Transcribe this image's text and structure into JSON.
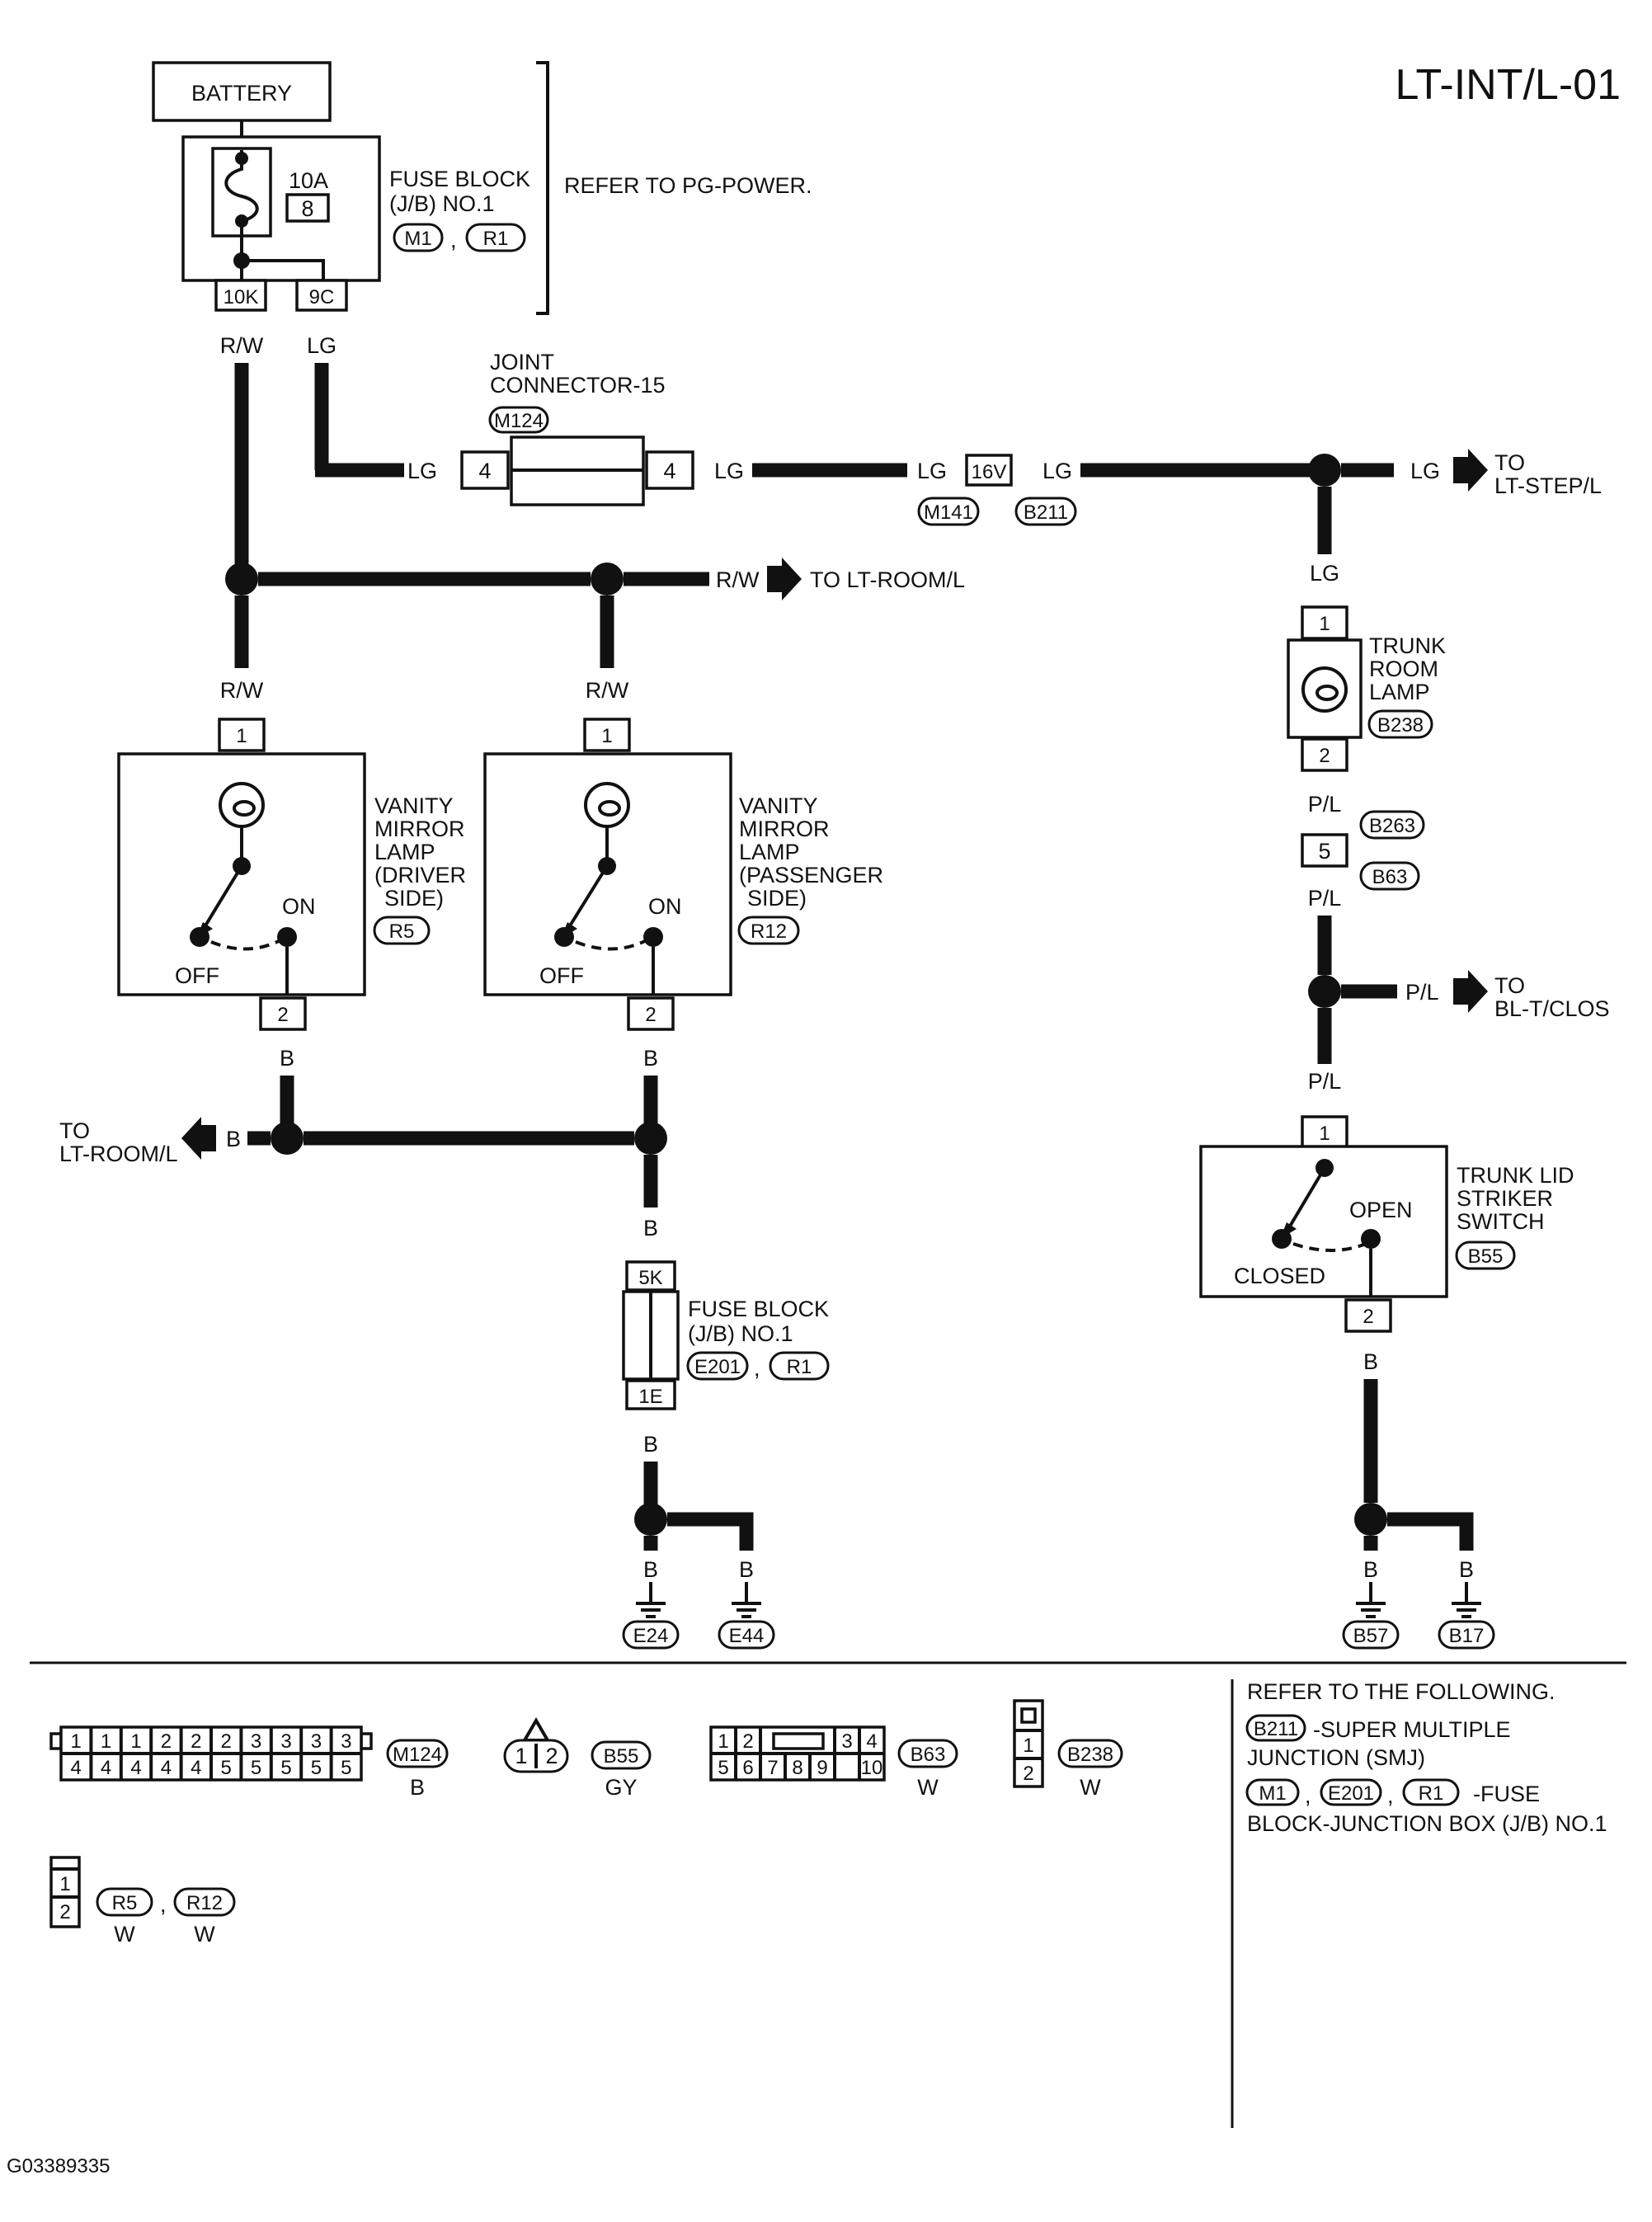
{
  "diagram_code": "LT-INT/L-01",
  "figure_id": "G03389335",
  "battery": {
    "label": "BATTERY"
  },
  "fuse_top": {
    "rating": "10A",
    "fuse_no": "8",
    "block_line1": "FUSE BLOCK",
    "block_line2": "(J/B) NO.1",
    "conn1": "M1",
    "conn2": "R1",
    "sep": ",",
    "term_left": "10K",
    "term_right": "9C",
    "note": "REFER TO PG-POWER."
  },
  "wires": {
    "rw": "R/W",
    "lg": "LG",
    "b": "B",
    "pl": "P/L"
  },
  "joint_connector": {
    "line1": "JOINT",
    "line2": "CONNECTOR-15",
    "conn": "M124",
    "pin_left": "4",
    "pin_right": "4"
  },
  "smj": {
    "pin": "16V",
    "conn1": "M141",
    "conn2": "B211"
  },
  "to_step": {
    "to": "TO",
    "dest": "LT-STEP/L"
  },
  "to_room_right": {
    "text": "TO LT-ROOM/L"
  },
  "to_room_left": {
    "to": "TO",
    "dest": "LT-ROOM/L"
  },
  "to_bl": {
    "to": "TO",
    "dest": "BL-T/CLOS"
  },
  "vanity_driver": {
    "l1": "VANITY",
    "l2": "MIRROR",
    "l3": "LAMP",
    "l4": "(DRIVER",
    "l5": "SIDE)",
    "conn": "R5",
    "pin_top": "1",
    "pin_bottom": "2",
    "on": "ON",
    "off": "OFF"
  },
  "vanity_passenger": {
    "l1": "VANITY",
    "l2": "MIRROR",
    "l3": "LAMP",
    "l4": "(PASSENGER",
    "l5": "SIDE)",
    "conn": "R12",
    "pin_top": "1",
    "pin_bottom": "2",
    "on": "ON",
    "off": "OFF"
  },
  "fuse_bottom": {
    "term_top": "5K",
    "term_bottom": "1E",
    "block_line1": "FUSE BLOCK",
    "block_line2": "(J/B) NO.1",
    "conn1": "E201",
    "conn2": "R1",
    "sep": ","
  },
  "trunk_lamp": {
    "l1": "TRUNK",
    "l2": "ROOM",
    "l3": "LAMP",
    "conn": "B238",
    "pin_top": "1",
    "pin_bottom": "2"
  },
  "inline_conn": {
    "pin": "5",
    "conn_top": "B263",
    "conn_bottom": "B63"
  },
  "striker": {
    "l1": "TRUNK LID",
    "l2": "STRIKER",
    "l3": "SWITCH",
    "conn": "B55",
    "pin_top": "1",
    "pin_bottom": "2",
    "open": "OPEN",
    "closed": "CLOSED"
  },
  "grounds": [
    "E24",
    "E44",
    "B57",
    "B17"
  ],
  "legend": {
    "m124": {
      "row1": [
        "1",
        "1",
        "1",
        "2",
        "2",
        "2",
        "3",
        "3",
        "3",
        "3"
      ],
      "row2": [
        "4",
        "4",
        "4",
        "4",
        "4",
        "5",
        "5",
        "5",
        "5",
        "5"
      ],
      "conn": "M124",
      "color": "B"
    },
    "b55": {
      "pins": [
        "1",
        "2"
      ],
      "conn": "B55",
      "color": "GY"
    },
    "b63": {
      "row1": [
        "1",
        "2",
        "",
        "3",
        "4"
      ],
      "row2": [
        "5",
        "6",
        "7",
        "8",
        "9",
        "10"
      ],
      "conn": "B63",
      "color": "W"
    },
    "b238": {
      "pins": [
        "1",
        "2"
      ],
      "conn": "B238",
      "color": "W"
    },
    "r5_r12": {
      "pins": [
        "1",
        "2"
      ],
      "conn1": "R5",
      "conn2": "R12",
      "color1": "W",
      "color2": "W",
      "sep": ","
    }
  },
  "refer": {
    "heading": "REFER TO THE FOLLOWING.",
    "smj_conn": "B211",
    "smj_line1": "-SUPER MULTIPLE",
    "smj_line2": "JUNCTION (SMJ)",
    "fuse_conns": [
      "M1",
      "E201",
      "R1"
    ],
    "sep": ",",
    "fuse_line1": "-FUSE",
    "fuse_line2": "BLOCK-JUNCTION BOX (J/B) NO.1"
  }
}
